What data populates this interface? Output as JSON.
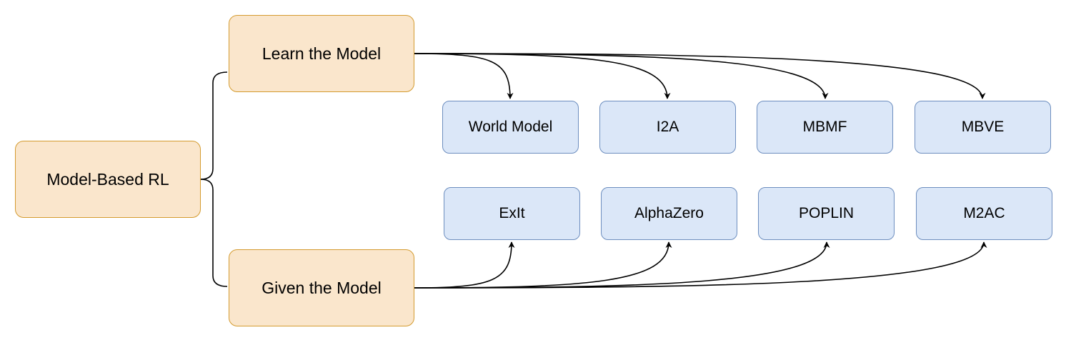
{
  "diagram": {
    "nodes": {
      "root": {
        "label": "Model-Based RL"
      },
      "learn": {
        "label": "Learn the Model"
      },
      "given": {
        "label": "Given the Model"
      },
      "wm": {
        "label": "World Model"
      },
      "i2a": {
        "label": "I2A"
      },
      "mbmf": {
        "label": "MBMF"
      },
      "mbve": {
        "label": "MBVE"
      },
      "exit": {
        "label": "ExIt"
      },
      "alpha": {
        "label": "AlphaZero"
      },
      "poplin": {
        "label": "POPLIN"
      },
      "m2ac": {
        "label": "M2AC"
      }
    },
    "edges": [
      {
        "from": "root",
        "to": "learn",
        "kind": "bracket"
      },
      {
        "from": "root",
        "to": "given",
        "kind": "bracket"
      },
      {
        "from": "learn",
        "to": "wm",
        "kind": "arrow"
      },
      {
        "from": "learn",
        "to": "i2a",
        "kind": "arrow"
      },
      {
        "from": "learn",
        "to": "mbmf",
        "kind": "arrow"
      },
      {
        "from": "learn",
        "to": "mbve",
        "kind": "arrow"
      },
      {
        "from": "given",
        "to": "exit",
        "kind": "arrow"
      },
      {
        "from": "given",
        "to": "alpha",
        "kind": "arrow"
      },
      {
        "from": "given",
        "to": "poplin",
        "kind": "arrow"
      },
      {
        "from": "given",
        "to": "m2ac",
        "kind": "arrow"
      }
    ],
    "colors": {
      "category_fill": "#fae6cc",
      "category_stroke": "#d49b2f",
      "method_fill": "#dbe7f8",
      "method_stroke": "#6d8ebf",
      "line": "#000000"
    }
  }
}
